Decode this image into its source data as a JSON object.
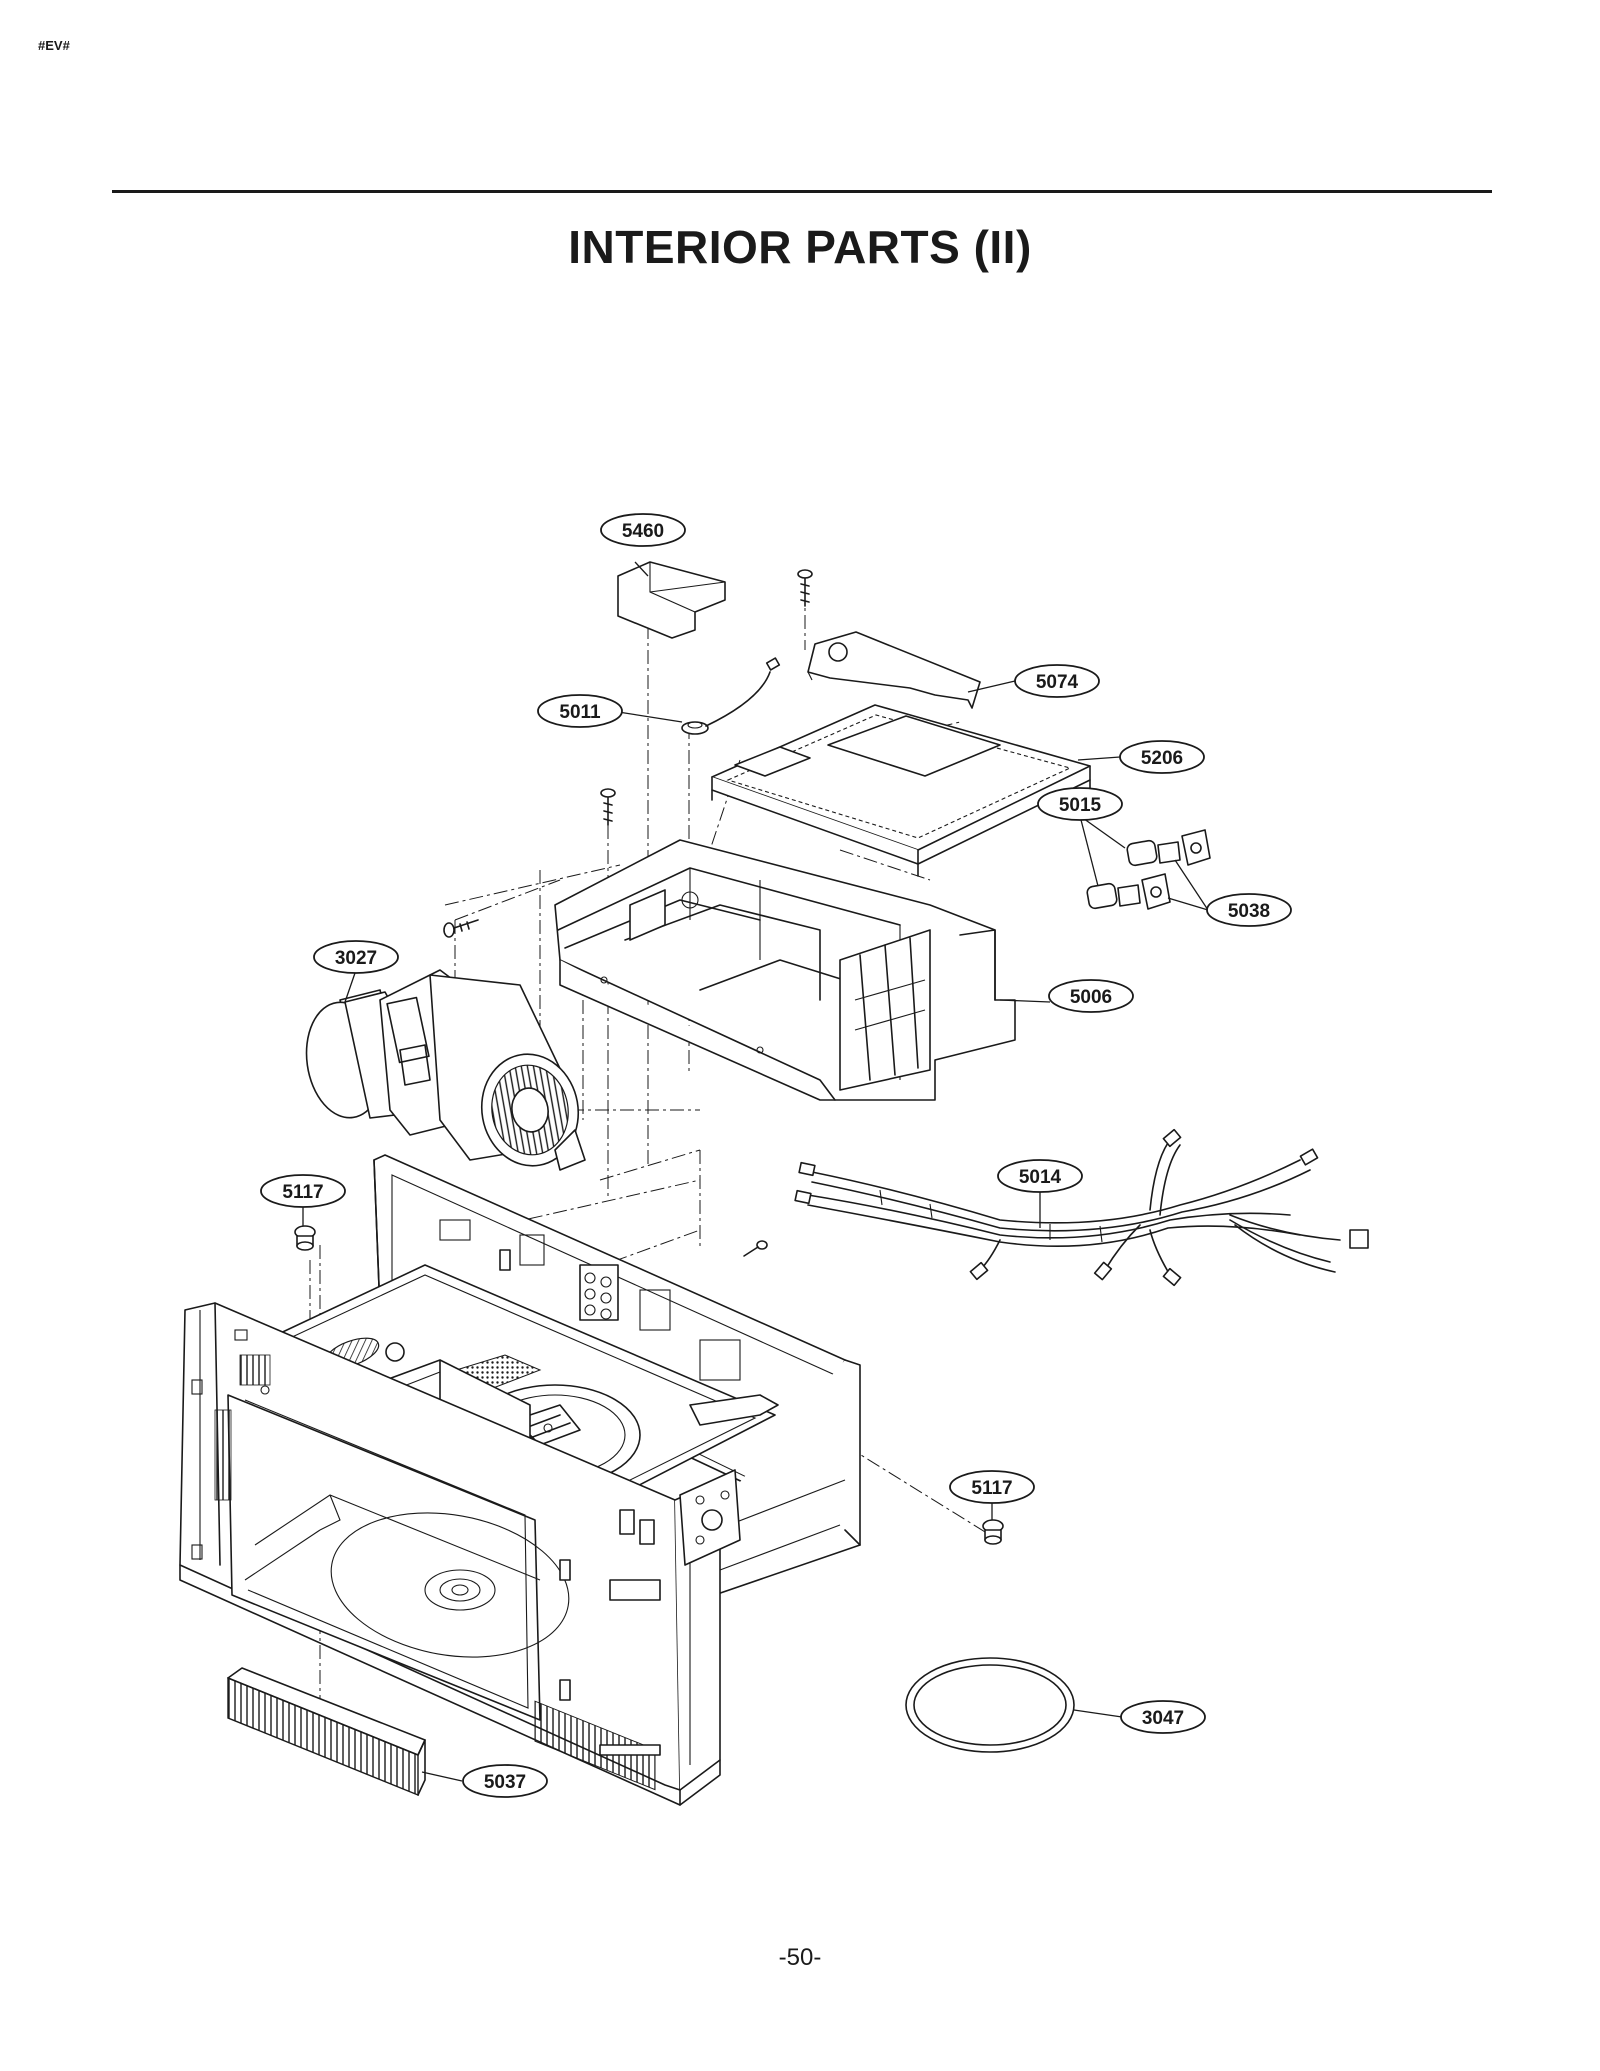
{
  "header": {
    "code": "#EV#"
  },
  "title": "INTERIOR PARTS (II)",
  "page_number": "-50-",
  "callouts": {
    "c5460": "5460",
    "c5074": "5074",
    "c5011": "5011",
    "c5206": "5206",
    "c5015": "5015",
    "c5038": "5038",
    "c3027": "3027",
    "c5006": "5006",
    "c5014": "5014",
    "c5117a": "5117",
    "c5117b": "5117",
    "c3047": "3047",
    "c5037": "5037"
  }
}
